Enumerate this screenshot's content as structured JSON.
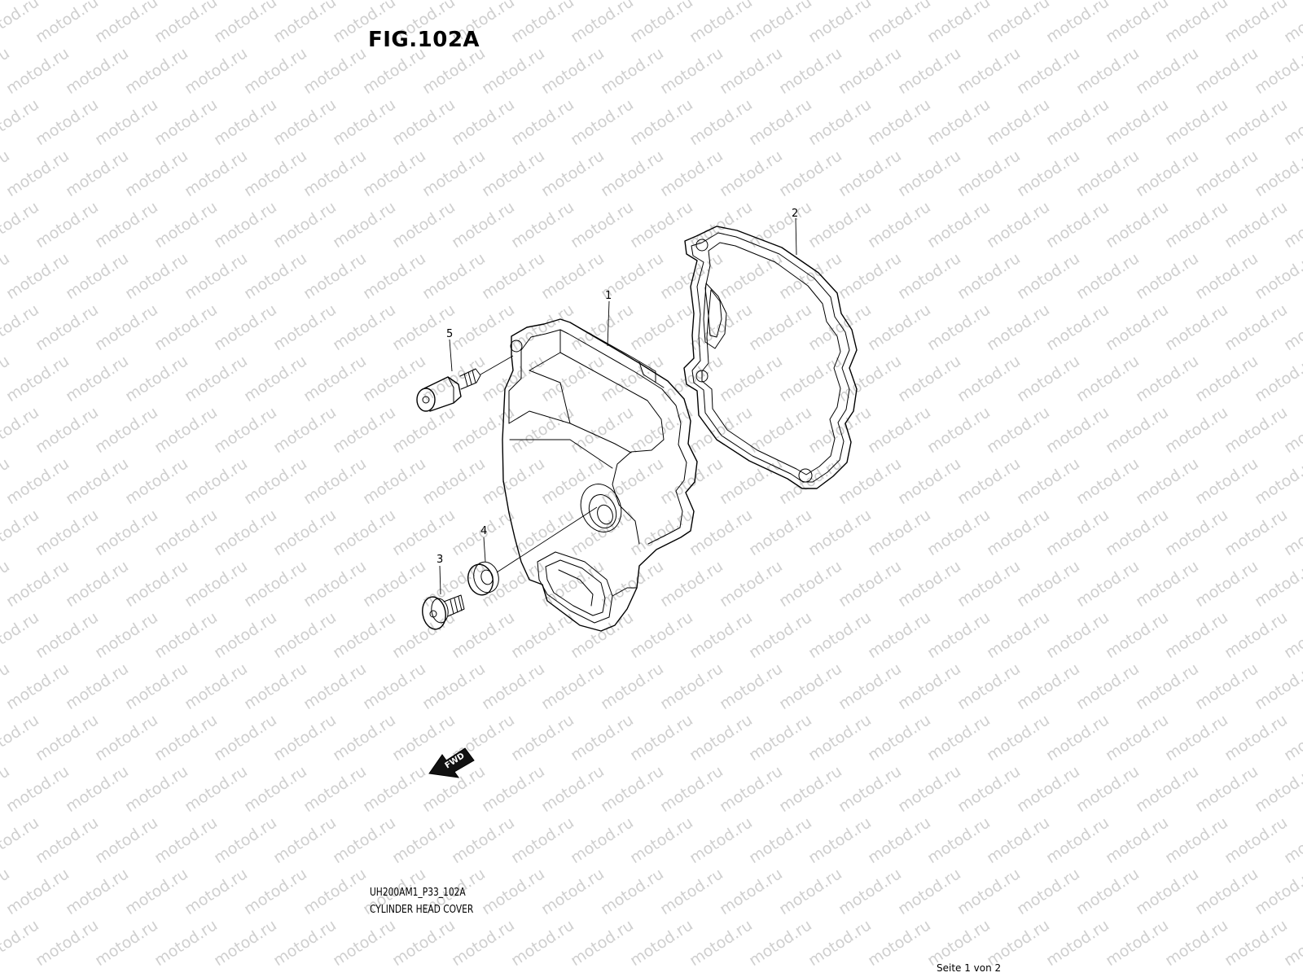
{
  "figure": {
    "title": "FIG.102A",
    "code": "UH200AM1_P33_102A",
    "name": "CYLINDER HEAD COVER"
  },
  "watermark": {
    "text": "motod.ru",
    "color": "#cfcfcf"
  },
  "callouts": [
    {
      "id": "1",
      "label": "1",
      "part": "cylinder-head-cover"
    },
    {
      "id": "2",
      "label": "2",
      "part": "cylinder-head-cover-gasket"
    },
    {
      "id": "3",
      "label": "3",
      "part": "cover-bolt"
    },
    {
      "id": "4",
      "label": "4",
      "part": "bolt-seal-washer"
    },
    {
      "id": "5",
      "label": "5",
      "part": "cover-bolt-long"
    }
  ],
  "direction_arrow": {
    "label": "FWD",
    "icon": "forward-arrow-icon"
  },
  "pager": {
    "text": "Seite 1 von 2"
  }
}
